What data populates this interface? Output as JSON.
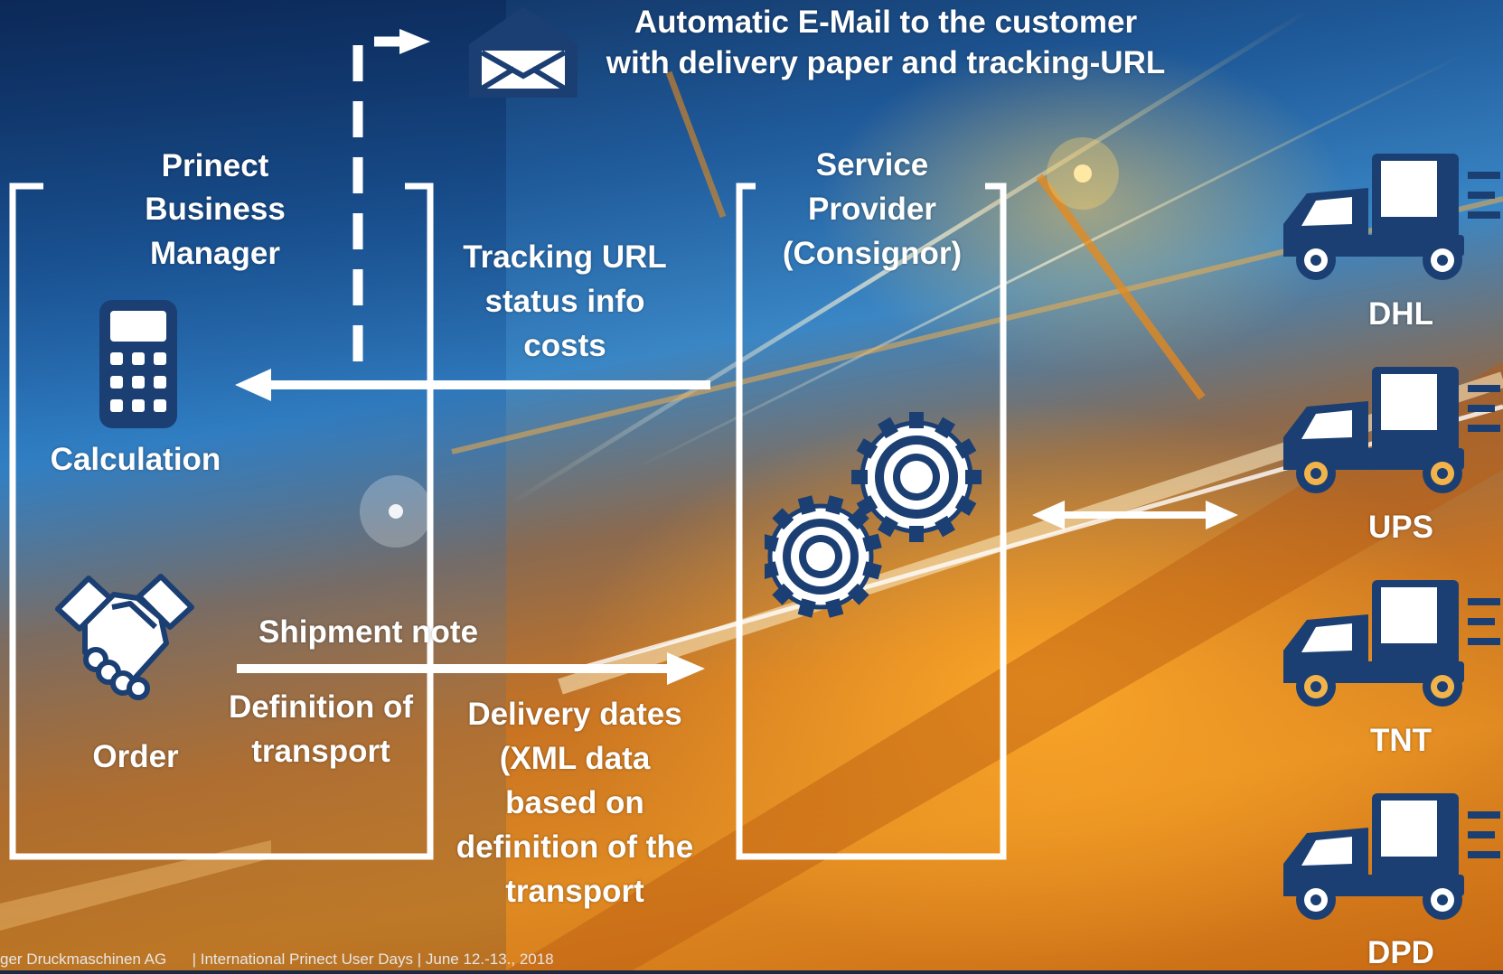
{
  "email": {
    "caption_line1": "Automatic E-Mail to the customer",
    "caption_line2": "with delivery paper and tracking-URL",
    "icon": "envelope-icon"
  },
  "business_manager": {
    "title_line1": "Prinect",
    "title_line2": "Business",
    "title_line3": "Manager",
    "calculation_label": "Calculation",
    "calculation_icon": "calculator-icon",
    "order_label": "Order",
    "order_icon": "handshake-icon"
  },
  "return_flow": {
    "line1": "Tracking URL",
    "line2": "status info",
    "line3": "costs"
  },
  "outbound_flow": {
    "top_label": "Shipment note",
    "left_line1": "Definition of",
    "left_line2": "transport",
    "right_line1": "Delivery dates",
    "right_line2": "(XML data",
    "right_line3": "based on",
    "right_line4": "definition of the",
    "right_line5": "transport"
  },
  "service_provider": {
    "title_line1": "Service",
    "title_line2": "Provider",
    "title_line3": "(Consignor)",
    "icon": "gears-icon"
  },
  "carriers": [
    {
      "name": "DHL",
      "icon": "delivery-truck-icon"
    },
    {
      "name": "UPS",
      "icon": "delivery-truck-icon"
    },
    {
      "name": "TNT",
      "icon": "delivery-truck-icon"
    },
    {
      "name": "DPD",
      "icon": "delivery-truck-icon"
    }
  ],
  "footer": {
    "company": "ger Druckmaschinen AG",
    "event": "| International Prinect User Days | June 12.-13., 2018"
  },
  "colors": {
    "icon_navy": "#1b3f73",
    "text": "#ffffff",
    "truck_wheel_accent": "#f2b44a"
  }
}
